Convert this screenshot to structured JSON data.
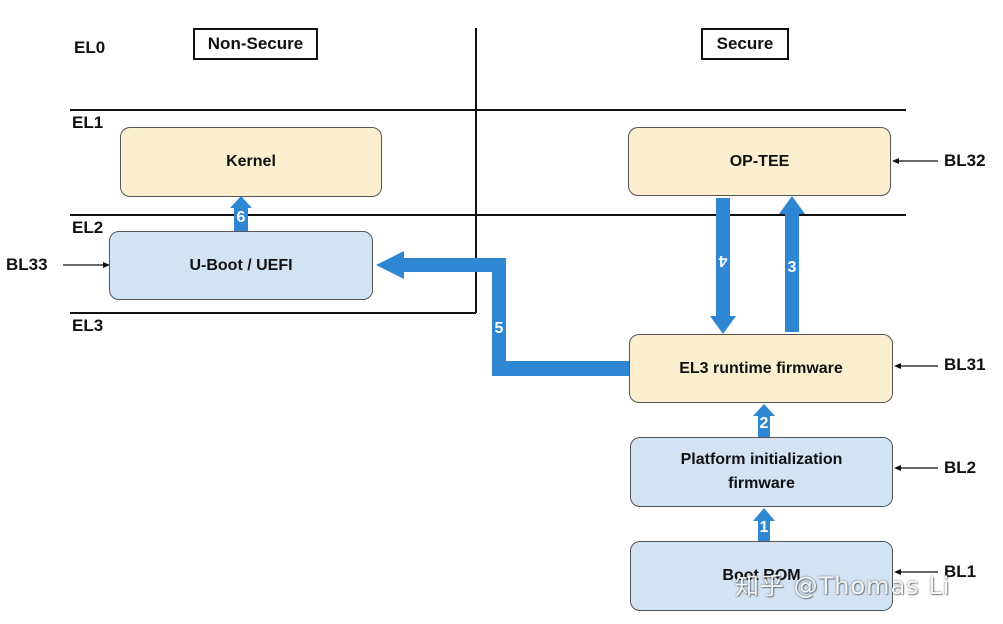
{
  "headers": {
    "non_secure": "Non-Secure",
    "secure": "Secure"
  },
  "exception_levels": {
    "el0": "EL0",
    "el1": "EL1",
    "el2": "EL2",
    "el3": "EL3"
  },
  "components": {
    "kernel": "Kernel",
    "uboot": "U-Boot / UEFI",
    "optee": "OP-TEE",
    "el3_runtime": "EL3 runtime firmware",
    "platform_init_line1": "Platform initialization",
    "platform_init_line2": "firmware",
    "boot_rom": "Boot ROM"
  },
  "boot_stages": {
    "bl33": "BL33",
    "bl32": "BL32",
    "bl31": "BL31",
    "bl2": "BL2",
    "bl1": "BL1"
  },
  "steps": {
    "s1": "1",
    "s2": "2",
    "s3": "3",
    "s4": "4",
    "s5": "5",
    "s6": "6"
  },
  "watermark": "知乎 @Thomas Li",
  "colors": {
    "arrow": "#2f86d3",
    "box_yellow": "#fcefd0",
    "box_blue": "#d2e3f4",
    "line": "#111111"
  }
}
